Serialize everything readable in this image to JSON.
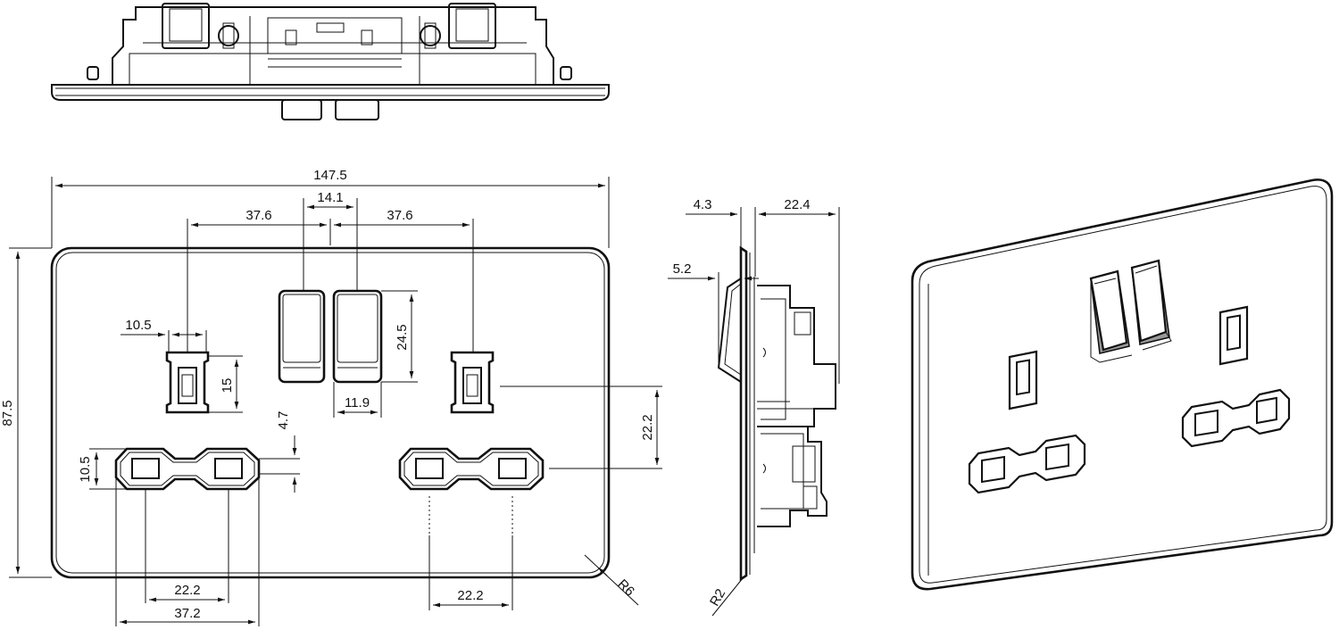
{
  "dimensions": {
    "overall_width": "147.5",
    "overall_height": "87.5",
    "switch_gap": "14.1",
    "switch_to_earth_left": "37.6",
    "switch_to_earth_right": "37.6",
    "earth_width": "10.5",
    "earth_height": "15",
    "switch_height": "24.5",
    "switch_width": "11.9",
    "earth_to_pins": "4.7",
    "pin_height": "10.5",
    "earth_to_pin_vertical": "22.2",
    "pin_spacing_left": "22.2",
    "pin_group_width": "37.2",
    "pin_spacing_right": "22.2",
    "corner_radius": "R6",
    "plate_depth": "4.3",
    "body_depth": "22.4",
    "switch_projection": "5.2",
    "edge_radius": "R2"
  }
}
